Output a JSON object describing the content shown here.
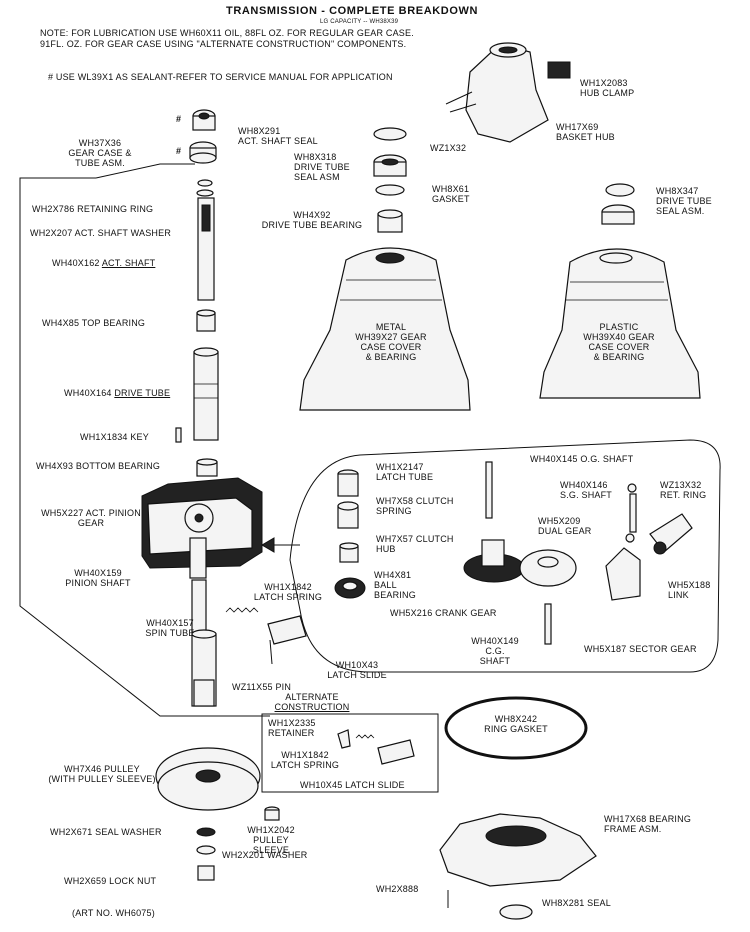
{
  "header": {
    "title": "TRANSMISSION - COMPLETE BREAKDOWN",
    "subtitle": "LG CAPACITY -- WH38X39",
    "note_line1": "NOTE: FOR LUBRICATION USE WH60X11 OIL, 88FL OZ. FOR REGULAR GEAR CASE.",
    "note_line2": "91FL. OZ. FOR GEAR CASE USING \"ALTERNATE CONSTRUCTION\" COMPONENTS.",
    "sealant_note": "# USE WL39X1 AS SEALANT-REFER TO SERVICE MANUAL FOR APPLICATION"
  },
  "labels": {
    "hub_clamp": [
      "WH1X2083",
      "HUB CLAMP"
    ],
    "basket_hub": [
      "WH17X69",
      "BASKET HUB"
    ],
    "wz1x32": "WZ1X32",
    "shaft_seal": [
      "WH8X291",
      "ACT. SHAFT SEAL"
    ],
    "gear_case_tube": [
      "WH37X36",
      "GEAR CASE &",
      "TUBE ASM."
    ],
    "drive_tube_seal": [
      "WH8X318",
      "DRIVE TUBE",
      "SEAL ASM"
    ],
    "gasket": [
      "WH8X61",
      "GASKET"
    ],
    "drive_tube_seal_2": [
      "WH8X347",
      "DRIVE TUBE",
      "SEAL ASM."
    ],
    "retaining_ring": "WH2X786 RETAINING RING",
    "shaft_washer": "WH2X207 ACT. SHAFT WASHER",
    "drive_tube_bearing": [
      "WH4X92",
      "DRIVE TUBE BEARING"
    ],
    "act_shaft": "WH40X162",
    "act_shaft_name": "ACT. SHAFT",
    "top_bearing": "WH4X85 TOP BEARING",
    "metal_cover": [
      "METAL",
      "WH39X27 GEAR",
      "CASE COVER",
      "& BEARING"
    ],
    "plastic_cover": [
      "PLASTIC",
      "WH39X40 GEAR",
      "CASE COVER",
      "& BEARING"
    ],
    "drive_tube": "WH40X164",
    "drive_tube_name": "DRIVE TUBE",
    "key": "WH1X1834 KEY",
    "bottom_bearing": "WH4X93 BOTTOM BEARING",
    "pinion_gear": [
      "WH5X227 ACT. PINION",
      "GEAR"
    ],
    "pinion_shaft": [
      "WH40X159",
      "PINION SHAFT"
    ],
    "latch_spring": [
      "WH1X1842",
      "LATCH SPRING"
    ],
    "spin_tube": [
      "WH40X157",
      "SPIN TUBE"
    ],
    "latch_slide": [
      "WH10X43",
      "LATCH SLIDE"
    ],
    "pin": "WZ11X55 PIN",
    "latch_tube": [
      "WH1X2147",
      "LATCH TUBE"
    ],
    "clutch_spring": [
      "WH7X58 CLUTCH",
      "SPRING"
    ],
    "clutch_hub": [
      "WH7X57 CLUTCH",
      "HUB"
    ],
    "ball_bearing": [
      "WH4X81",
      "BALL",
      "BEARING"
    ],
    "og_shaft": "WH40X145 O.G. SHAFT",
    "sg_shaft": [
      "WH40X146",
      "S.G. SHAFT"
    ],
    "ret_ring": [
      "WZ13X32",
      "RET. RING"
    ],
    "dual_gear": [
      "WH5X209",
      "DUAL GEAR"
    ],
    "crank_gear": "WH5X216 CRANK GEAR",
    "link": [
      "WH5X188",
      "LINK"
    ],
    "cg_shaft": [
      "WH40X149",
      "C.G.",
      "SHAFT"
    ],
    "sector_gear": "WH5X187 SECTOR GEAR",
    "alternate_title": [
      "ALTERNATE",
      "CONSTRUCTION"
    ],
    "retainer": [
      "WH1X2335",
      "RETAINER"
    ],
    "latch_spring_alt": [
      "WH1X1842",
      "LATCH SPRING"
    ],
    "latch_slide_alt": "WH10X45 LATCH SLIDE",
    "ring_gasket": [
      "WH8X242",
      "RING GASKET"
    ],
    "pulley": [
      "WH7X46 PULLEY",
      "(WITH PULLEY SLEEVE)"
    ],
    "seal_washer": "WH2X671 SEAL WASHER",
    "pulley_sleeve": [
      "WH1X2042",
      "PULLEY",
      "SLEEVE"
    ],
    "washer": "WH2X201 WASHER",
    "bearing_frame": [
      "WH17X68 BEARING",
      "FRAME ASM."
    ],
    "lock_nut": "WH2X659 LOCK NUT",
    "wh2x888": "WH2X888",
    "seal_281": "WH8X281 SEAL",
    "art_no": "(ART NO. WH6075)",
    "hash1": "#",
    "hash2": "#"
  }
}
